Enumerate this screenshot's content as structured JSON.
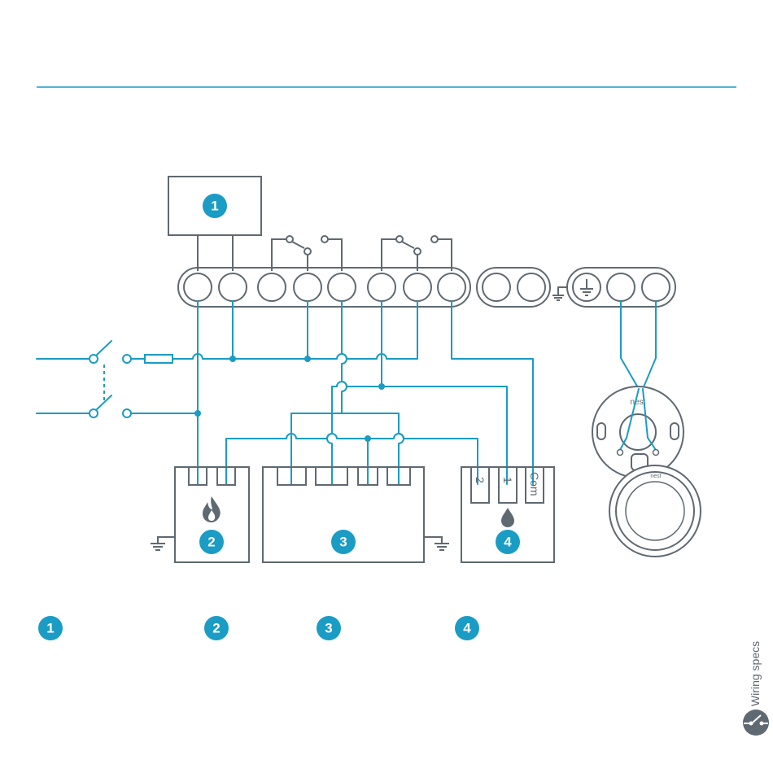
{
  "section_label": "Wiring specs",
  "section_icon": "wiring-specs-icon",
  "accent_color": "#1a9cc4",
  "line_color": "#5f6971",
  "components": {
    "c1": "1",
    "c2": "2",
    "c3": "3",
    "c4": "4"
  },
  "legend": [
    "1",
    "2",
    "3",
    "4"
  ],
  "terminals": {
    "t2": "2",
    "t1": "1",
    "com": "Com"
  },
  "thermostat_brand": "nest",
  "thermostat_display_brand": "nest",
  "icons": {
    "boiler": "flame-icon",
    "hot_water": "water-drop-icon",
    "earth": "earth-ground-icon"
  }
}
